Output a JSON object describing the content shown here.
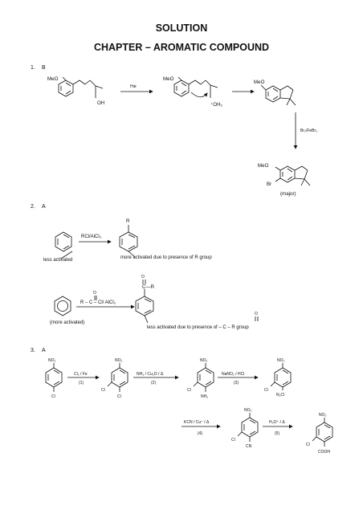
{
  "header": {
    "title": "SOLUTION",
    "subtitle": "CHAPTER – AROMATIC COMPOUND"
  },
  "questions": [
    {
      "number": "1.",
      "answer": "B",
      "labels": {
        "meo": "MeO",
        "oh": "OH",
        "reagent_h": "H⊕",
        "oh2": "⁺OH₂",
        "reagent_br": "Br₂/FeBr₃",
        "br": "Br",
        "major": "(major)"
      }
    },
    {
      "number": "2.",
      "answer": "A",
      "labels": {
        "r": "R",
        "reagent_rcl": "RCl/AlCl₃",
        "less_activated": "less activated",
        "more_activated_due": "more activated due to presence of R group",
        "reagent_acyl": "R – C – Cl/ AlCl₃",
        "o": "O",
        "cr": "C—R",
        "more_activated": "(more activated)",
        "less_activated_due": "less activated due to presence of – C – R group"
      }
    },
    {
      "number": "3.",
      "answer": "A",
      "labels": {
        "no2": "NO₂",
        "cl": "Cl",
        "nh2": "NH₂",
        "n2cl": "N₂Cl",
        "cn": "CN",
        "cooh": "COOH",
        "step1_reagent": "Cl₂ / Fe",
        "step1_num": "(1)",
        "step2_reagent": "NH₃ / Cu₂O / Δ",
        "step2_num": "(2)",
        "step3_reagent": "NaNO₂ / HCl",
        "step3_num": "(3)",
        "step4_reagent": "KCN / Cu⁺ / Δ",
        "step4_num": "(4)",
        "step5_reagent": "H₃O⁺ / Δ",
        "step5_num": "(5)"
      }
    }
  ]
}
